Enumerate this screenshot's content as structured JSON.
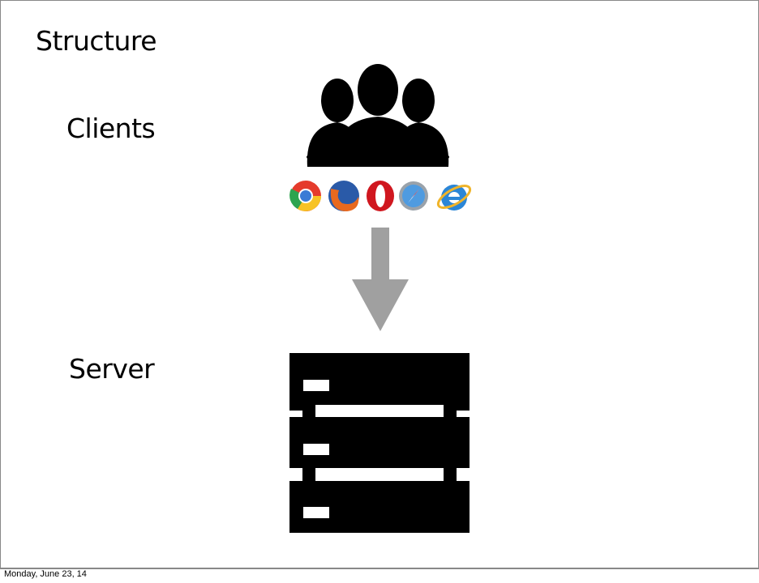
{
  "slide": {
    "title": "Structure",
    "clients_label": "Clients",
    "server_label": "Server",
    "browser_icons": [
      "chrome-icon",
      "firefox-icon",
      "opera-icon",
      "safari-icon",
      "internet-explorer-icon"
    ],
    "arrow_color": "#a0a0a0"
  },
  "footer": {
    "date": "Monday, June 23, 14"
  }
}
